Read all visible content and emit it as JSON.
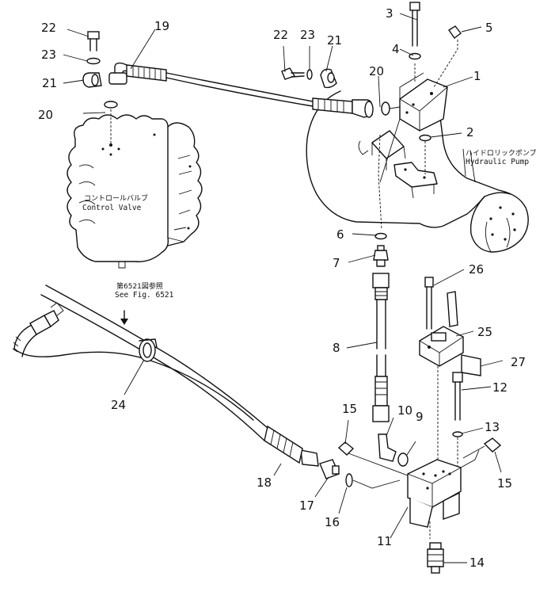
{
  "callouts": [
    {
      "id": "1",
      "label": "1"
    },
    {
      "id": "2",
      "label": "2"
    },
    {
      "id": "3",
      "label": "3"
    },
    {
      "id": "4",
      "label": "4"
    },
    {
      "id": "5",
      "label": "5"
    },
    {
      "id": "6",
      "label": "6"
    },
    {
      "id": "7",
      "label": "7"
    },
    {
      "id": "8",
      "label": "8"
    },
    {
      "id": "9",
      "label": "9"
    },
    {
      "id": "10",
      "label": "10"
    },
    {
      "id": "11",
      "label": "11"
    },
    {
      "id": "12",
      "label": "12"
    },
    {
      "id": "13",
      "label": "13"
    },
    {
      "id": "14",
      "label": "14"
    },
    {
      "id": "15a",
      "label": "15"
    },
    {
      "id": "15b",
      "label": "15"
    },
    {
      "id": "16",
      "label": "16"
    },
    {
      "id": "17",
      "label": "17"
    },
    {
      "id": "18",
      "label": "18"
    },
    {
      "id": "19",
      "label": "19"
    },
    {
      "id": "20a",
      "label": "20"
    },
    {
      "id": "20b",
      "label": "20"
    },
    {
      "id": "21a",
      "label": "21"
    },
    {
      "id": "21b",
      "label": "21"
    },
    {
      "id": "22a",
      "label": "22"
    },
    {
      "id": "22b",
      "label": "22"
    },
    {
      "id": "23a",
      "label": "23"
    },
    {
      "id": "23b",
      "label": "23"
    },
    {
      "id": "24",
      "label": "24"
    },
    {
      "id": "25",
      "label": "25"
    },
    {
      "id": "26",
      "label": "26"
    },
    {
      "id": "27",
      "label": "27"
    }
  ],
  "captions": {
    "control_valve_jp": "コントロールバルブ",
    "control_valve_en": "Control Valve",
    "hydraulic_pump_jp": "ハイドロリックポンプ",
    "hydraulic_pump_en": "Hydraulic Pump",
    "see_fig_jp": "第6521図参照",
    "see_fig_en": "See Fig. 6521"
  }
}
